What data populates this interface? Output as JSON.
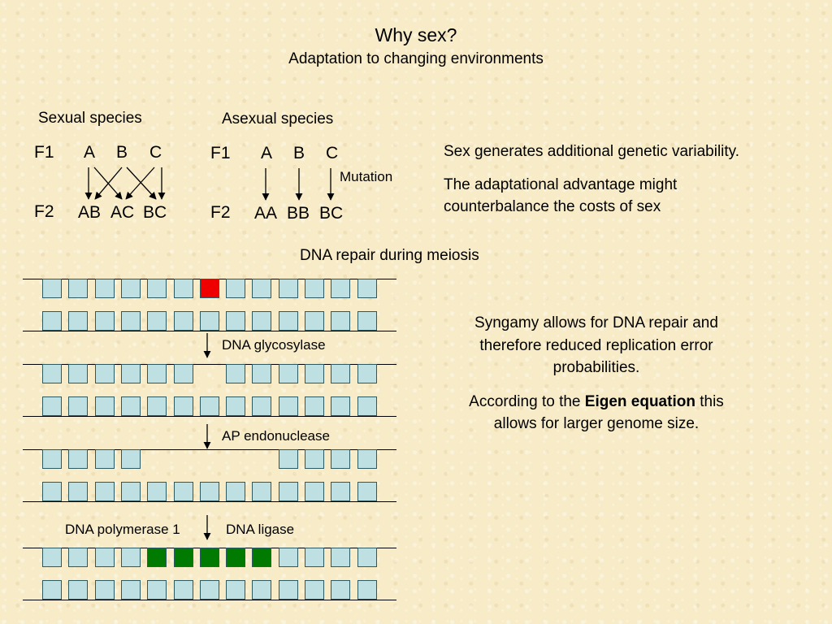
{
  "title": "Why sex?",
  "subtitle": "Adaptation to changing environments",
  "sexual": {
    "heading": "Sexual species",
    "f1_label": "F1",
    "f1_alleles": [
      "A",
      "B",
      "C"
    ],
    "f2_label": "F2",
    "f2_genotypes": [
      "AB",
      "AC",
      "BC"
    ]
  },
  "asexual": {
    "heading": "Asexual species",
    "f1_label": "F1",
    "f1_alleles": [
      "A",
      "B",
      "C"
    ],
    "mutation_label": "Mutation",
    "f2_label": "F2",
    "f2_genotypes": [
      "AA",
      "BB",
      "BC"
    ]
  },
  "right_text": {
    "p1": "Sex generates additional genetic variability.",
    "p2_line1": "The adaptational advantage might",
    "p2_line2": "counterbalance the costs of sex"
  },
  "dna_repair": {
    "heading": "DNA repair during meiosis",
    "step1": "DNA glycosylase",
    "step2": "AP endonuclease",
    "step3a": "DNA polymerase 1",
    "step3b": "DNA ligase",
    "colors": {
      "normal": "#bfe0e3",
      "damaged": "#ee0000",
      "repaired": "#007a00",
      "line": "#000000"
    },
    "strands": [
      {
        "kind": "top",
        "states": [
          "n",
          "n",
          "n",
          "n",
          "n",
          "n",
          "d",
          "n",
          "n",
          "n",
          "n",
          "n",
          "n"
        ]
      },
      {
        "kind": "bottom",
        "states": [
          "n",
          "n",
          "n",
          "n",
          "n",
          "n",
          "n",
          "n",
          "n",
          "n",
          "n",
          "n",
          "n"
        ]
      },
      {
        "kind": "top",
        "states": [
          "n",
          "n",
          "n",
          "n",
          "n",
          "n",
          "-",
          "n",
          "n",
          "n",
          "n",
          "n",
          "n"
        ]
      },
      {
        "kind": "bottom",
        "states": [
          "n",
          "n",
          "n",
          "n",
          "n",
          "n",
          "n",
          "n",
          "n",
          "n",
          "n",
          "n",
          "n"
        ]
      },
      {
        "kind": "top",
        "states": [
          "n",
          "n",
          "n",
          "n",
          "-",
          "-",
          "-",
          "-",
          "-",
          "n",
          "n",
          "n",
          "n"
        ]
      },
      {
        "kind": "bottom",
        "states": [
          "n",
          "n",
          "n",
          "n",
          "n",
          "n",
          "n",
          "n",
          "n",
          "n",
          "n",
          "n",
          "n"
        ]
      },
      {
        "kind": "top",
        "states": [
          "n",
          "n",
          "n",
          "n",
          "r",
          "r",
          "r",
          "r",
          "r",
          "n",
          "n",
          "n",
          "n"
        ]
      },
      {
        "kind": "bottom",
        "states": [
          "n",
          "n",
          "n",
          "n",
          "n",
          "n",
          "n",
          "n",
          "n",
          "n",
          "n",
          "n",
          "n"
        ]
      }
    ]
  },
  "syngamy": {
    "line1": "Syngamy allows for DNA repair and",
    "line2": "therefore reduced replication error",
    "line3": "probabilities.",
    "line4_pre": "According to the ",
    "line4_bold": "Eigen equation",
    "line4_post": " this",
    "line5": "allows for larger genome size."
  }
}
